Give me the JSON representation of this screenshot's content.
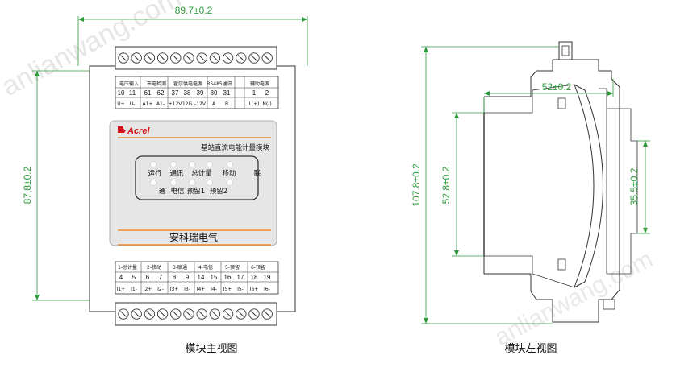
{
  "dimensions": {
    "front_width": "89.7±0.2",
    "front_height": "87.8±0.2",
    "side_top_depth": "52±0.2",
    "side_total_height": "107.8±0.2",
    "side_inner_height": "52.8±0.2",
    "side_rail_height": "35.5±0.2"
  },
  "top_terminals": {
    "groups": [
      "电压输入",
      "市电检测",
      "霍尔供电电源",
      "RS485通讯",
      "辅助电源"
    ],
    "numbers": [
      "10",
      "11",
      "61",
      "62",
      "37",
      "38",
      "39",
      "30",
      "31",
      "1",
      "2"
    ],
    "signals": [
      "U+",
      "U-",
      "A1+",
      "A1-",
      "+12V",
      "12G",
      "-12V",
      "A",
      "B",
      "L(+)",
      "N(-)"
    ]
  },
  "bottom_terminals": {
    "groups": [
      "1-总计量",
      "2-移动",
      "3-联通",
      "4-电信",
      "5-预留",
      "6-预留"
    ],
    "numbers": [
      "4",
      "5",
      "6",
      "7",
      "8",
      "9",
      "14",
      "15",
      "16",
      "17",
      "18",
      "19"
    ],
    "signals": [
      "I1+",
      "I1-",
      "I2+",
      "I2-",
      "I3+",
      "I3-",
      "I4+",
      "I4-",
      "I5+",
      "I5-",
      "I6+",
      "I6-"
    ]
  },
  "panel": {
    "brand": "Acrel",
    "product_title": "基站直流电能计量模块",
    "led_row1": [
      "运行",
      "通讯",
      "总计量",
      "移动",
      "联"
    ],
    "led_row2": [
      "通",
      "电信",
      "预留1",
      "预留2"
    ],
    "company": "安科瑞电气"
  },
  "captions": {
    "front_view": "模块主视图",
    "side_view": "模块左视图"
  },
  "watermark": "anlianwang.com",
  "colors": {
    "dimension": "#2e9a3c",
    "panel_fill": "#e6e6e6",
    "orange_stripe": "#f08c2a",
    "brand_red": "#d1161c",
    "led": "#ffffff"
  }
}
